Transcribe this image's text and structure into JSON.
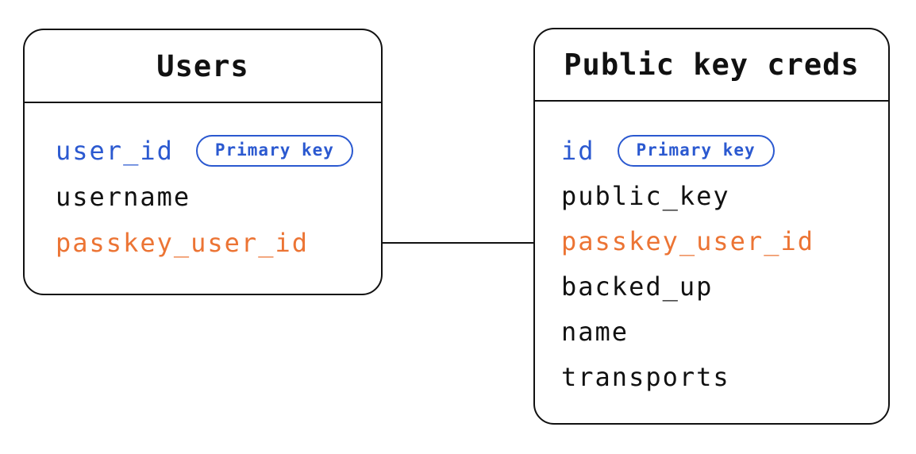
{
  "diagram": {
    "type": "entity-relationship",
    "tables": [
      {
        "title": "Users",
        "fields": [
          {
            "name": "user_id",
            "color": "#2b59d0",
            "badge": "Primary key"
          },
          {
            "name": "username",
            "color": "#111111"
          },
          {
            "name": "passkey_user_id",
            "color": "#ec7434"
          }
        ]
      },
      {
        "title": "Public key creds",
        "fields": [
          {
            "name": "id",
            "color": "#2b59d0",
            "badge": "Primary key"
          },
          {
            "name": "public_key",
            "color": "#111111"
          },
          {
            "name": "passkey_user_id",
            "color": "#ec7434"
          },
          {
            "name": "backed_up",
            "color": "#111111"
          },
          {
            "name": "name",
            "color": "#111111"
          },
          {
            "name": "transports",
            "color": "#111111"
          }
        ]
      }
    ],
    "relationship": {
      "from": "Users.passkey_user_id",
      "to": "Public key creds.passkey_user_id"
    },
    "colors": {
      "primary_key_blue": "#2b59d0",
      "foreign_key_orange": "#ec7434",
      "line_ink": "#111111",
      "background": "#ffffff"
    }
  }
}
